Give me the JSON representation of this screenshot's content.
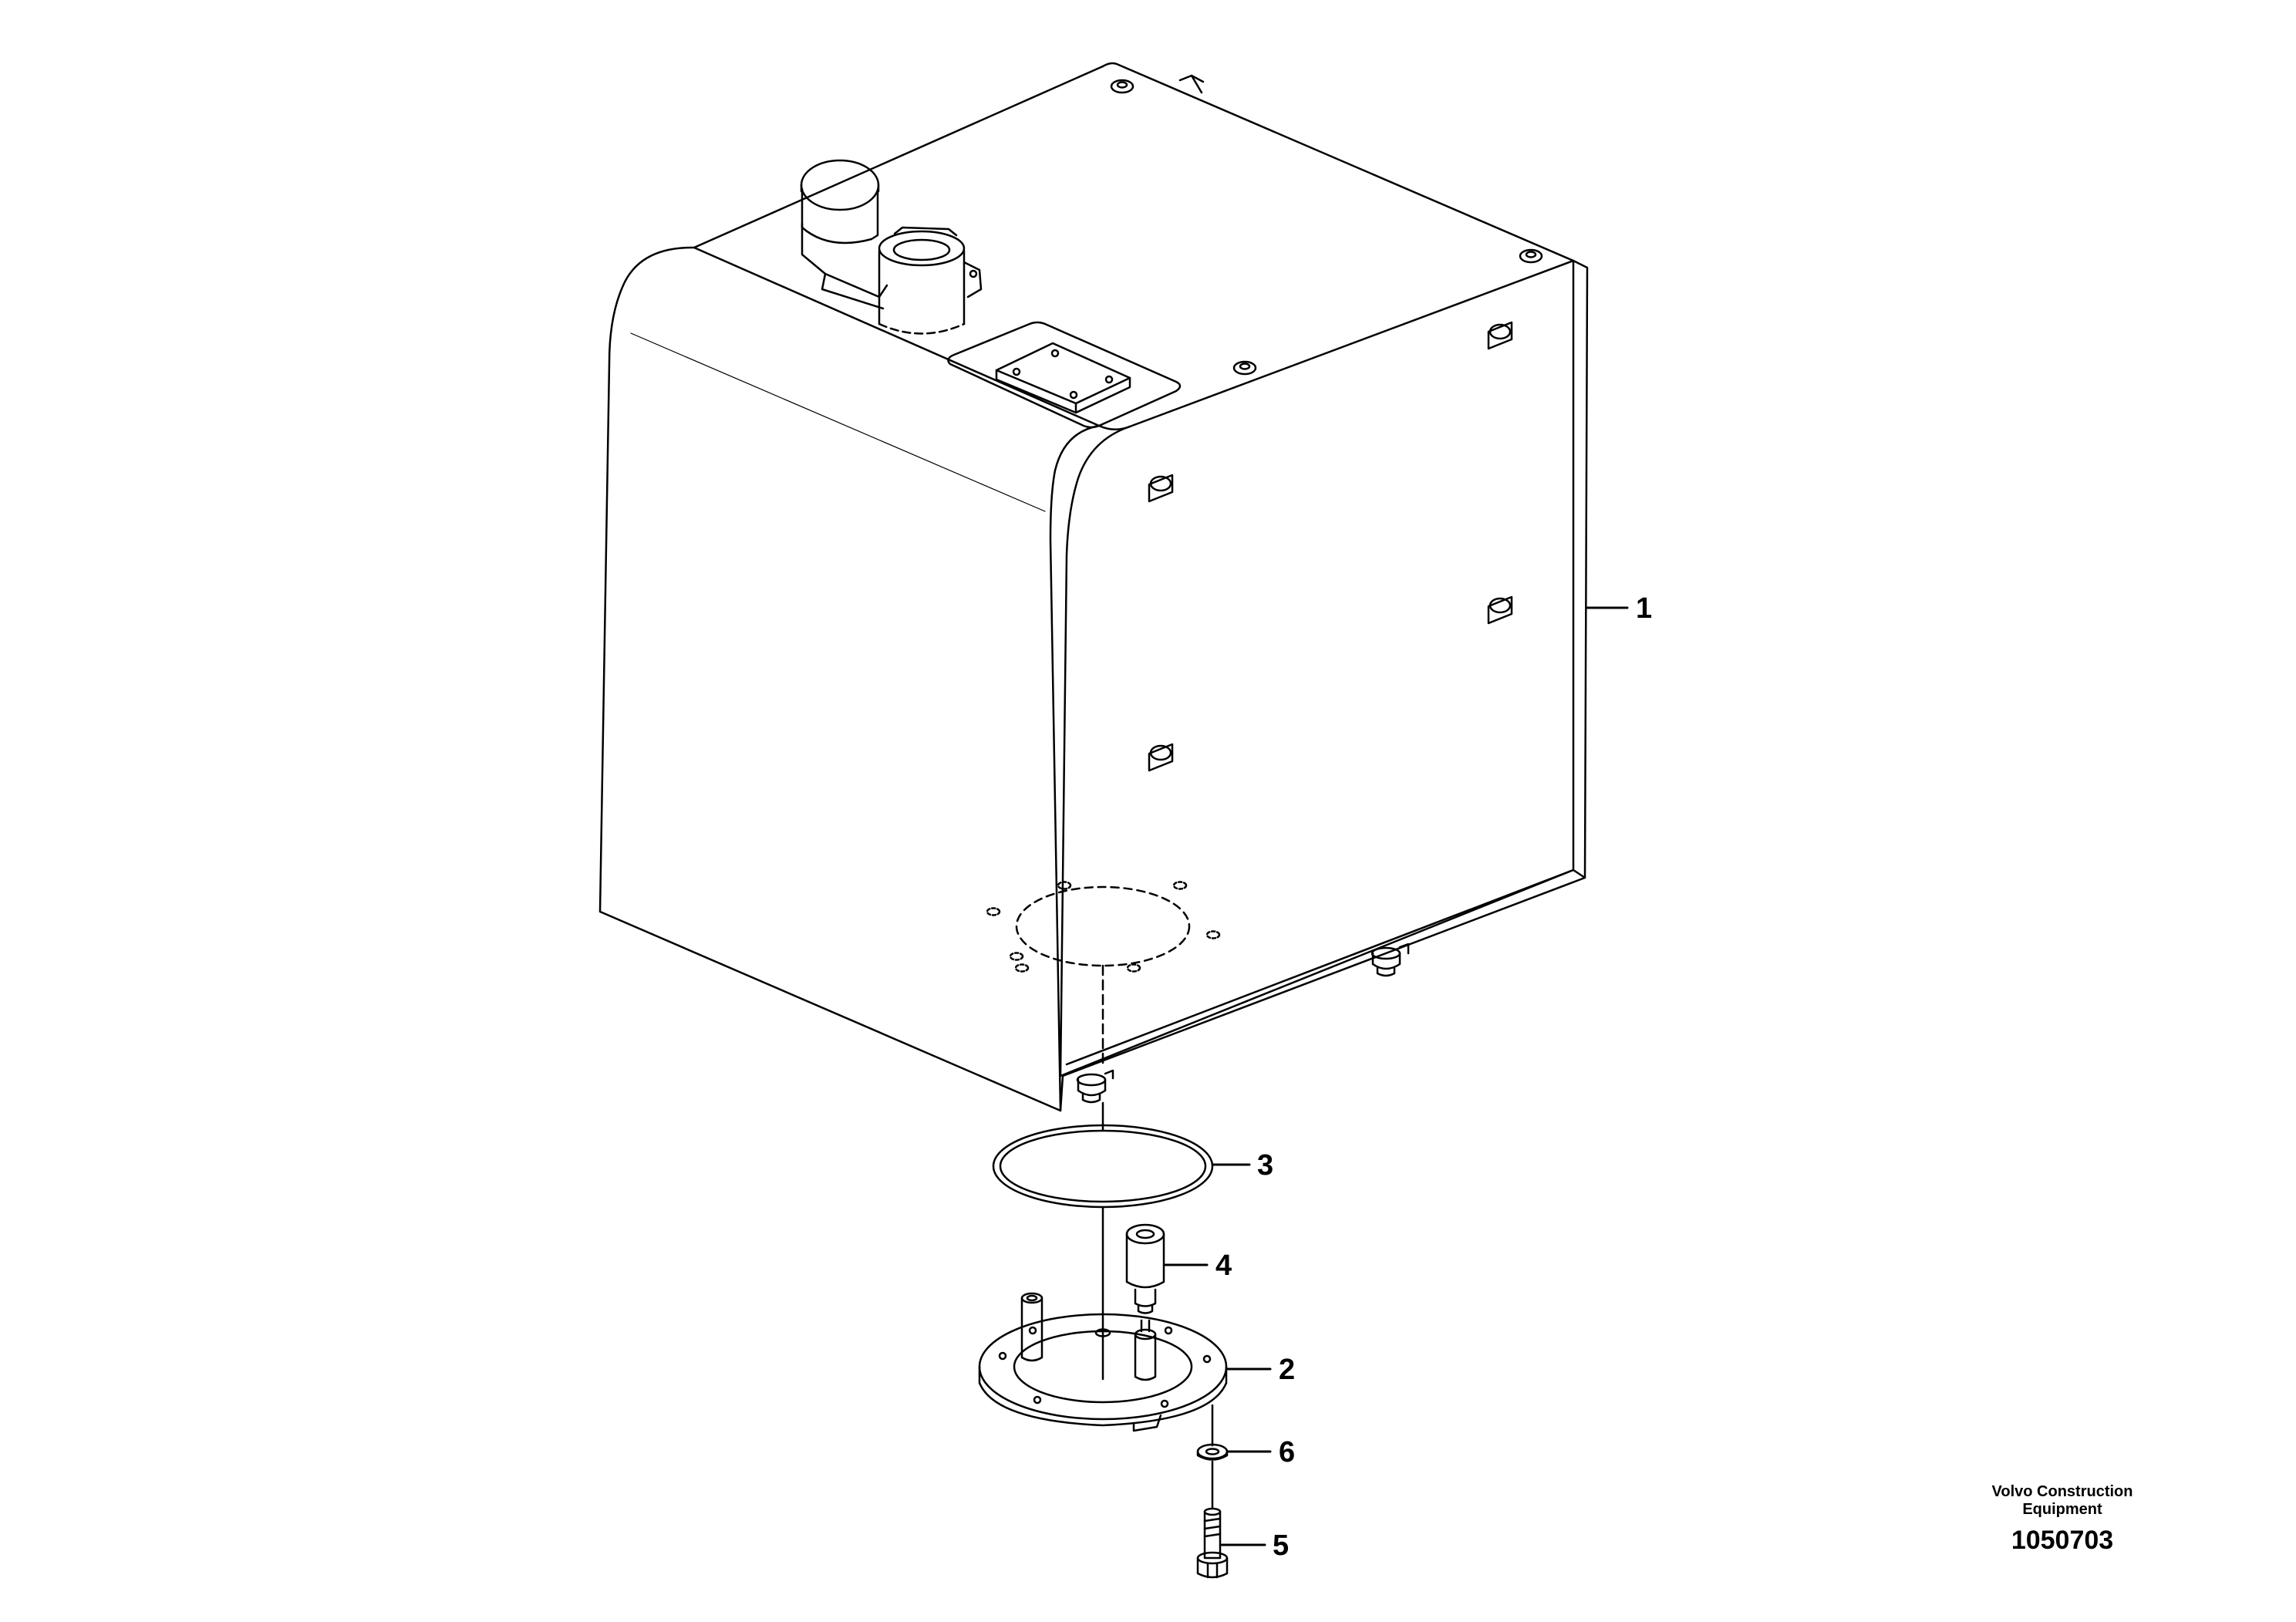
{
  "callouts": [
    {
      "label": "1",
      "part": "tank"
    },
    {
      "label": "2",
      "part": "flange-plate"
    },
    {
      "label": "3",
      "part": "o-ring"
    },
    {
      "label": "4",
      "part": "sensor"
    },
    {
      "label": "5",
      "part": "screw"
    },
    {
      "label": "6",
      "part": "washer"
    }
  ],
  "footer": {
    "brand_line1": "Volvo Construction",
    "brand_line2": "Equipment",
    "doc_number": "1050703"
  }
}
